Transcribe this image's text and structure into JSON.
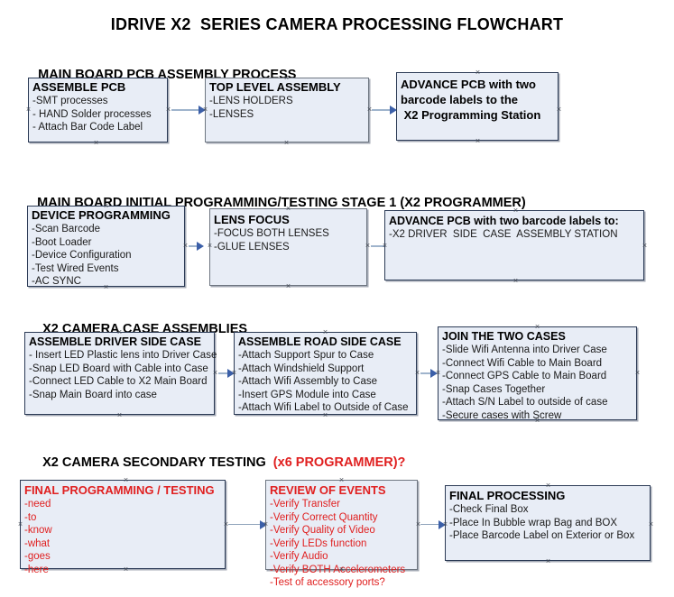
{
  "document": {
    "title": "IDRIVE X2  SERIES CAMERA PROCESSING FLOWCHART"
  },
  "sections": [
    {
      "id": "main-board-pcb-assembly-process",
      "heading": "MAIN BOARD PCB ASSEMBLY PROCESS",
      "heading_accent": "",
      "boxes": [
        {
          "id": "assemble-pcb",
          "title": "ASSEMBLE PCB",
          "title_color": "#000000",
          "lines": [
            "-SMT processes",
            "- HAND Solder processes",
            "- Attach Bar Code Label"
          ]
        },
        {
          "id": "top-level-assembly",
          "title": "TOP LEVEL ASSEMBLY",
          "title_color": "#000000",
          "lines": [
            "-LENS HOLDERS",
            "-LENSES"
          ]
        },
        {
          "id": "advance-pcb-to-x2-programming-station",
          "title": "",
          "title_color": "#000000",
          "bold_lines": [
            "ADVANCE PCB with two",
            "barcode labels to the",
            " X2 Programming Station"
          ],
          "lines": []
        }
      ]
    },
    {
      "id": "main-board-initial-programming-testing-stage-1",
      "heading": "MAIN BOARD INITIAL PROGRAMMING/TESTING STAGE 1 (X2 PROGRAMMER)",
      "heading_accent": "",
      "boxes": [
        {
          "id": "device-programming",
          "title": "DEVICE PROGRAMMING",
          "title_color": "#000000",
          "lines": [
            "-Scan Barcode",
            "-Boot Loader",
            "-Device Configuration",
            "-Test Wired Events",
            "-AC SYNC"
          ]
        },
        {
          "id": "lens-focus",
          "title": "LENS FOCUS",
          "title_color": "#000000",
          "lines": [
            "-FOCUS BOTH LENSES",
            "-GLUE LENSES"
          ]
        },
        {
          "id": "advance-pcb-to-driver-side-case-assembly",
          "title": "ADVANCE PCB with two barcode labels to:",
          "title_color": "#000000",
          "lines": [
            "-X2 DRIVER  SIDE  CASE  ASSEMBLY STATION"
          ]
        }
      ]
    },
    {
      "id": "x2-camera-case-assemblies",
      "heading": "X2 CAMERA CASE ASSEMBLIES",
      "heading_accent": "",
      "boxes": [
        {
          "id": "assemble-driver-side-case",
          "title": "ASSEMBLE DRIVER SIDE CASE",
          "title_color": "#000000",
          "lines": [
            "- Insert LED Plastic lens into Driver Case",
            "-Snap LED Board with Cable into Case",
            "-Connect LED Cable to X2 Main Board",
            "-Snap Main Board into case"
          ]
        },
        {
          "id": "assemble-road-side-case",
          "title": "ASSEMBLE ROAD SIDE CASE",
          "title_color": "#000000",
          "lines": [
            "-Attach Support Spur to Case",
            "-Attach Windshield Support",
            "-Attach Wifi Assembly to Case",
            "-Insert GPS Module into Case",
            "-Attach Wifi Label to Outside of Case"
          ]
        },
        {
          "id": "join-the-two-cases",
          "title": "JOIN THE TWO CASES",
          "title_color": "#000000",
          "lines": [
            "-Slide Wifi Antenna into Driver Case",
            "-Connect Wifi Cable to Main Board",
            "-Connect GPS Cable to Main Board",
            "-Snap Cases Together",
            "-Attach S/N Label to outside of case",
            "-Secure cases with Screw"
          ]
        }
      ]
    },
    {
      "id": "x2-camera-secondary-testing",
      "heading": "X2 CAMERA SECONDARY TESTING  ",
      "heading_accent": "(x6 PROGRAMMER)?",
      "boxes": [
        {
          "id": "final-programming-testing",
          "title": "FINAL PROGRAMMING / TESTING",
          "title_color": "#e02020",
          "lines": [
            "-need",
            "-to",
            "-know",
            "-what",
            "-goes",
            "-here"
          ]
        },
        {
          "id": "review-of-events",
          "title": "REVIEW OF EVENTS",
          "title_color": "#e02020",
          "lines": [
            "-Verify Transfer",
            "-Verify Correct Quantity",
            "-Verify Quality of Video",
            "-Verify LEDs function",
            "-Verify Audio",
            "-Verify BOTH Accelerometers",
            "-Test of accessory ports?"
          ]
        },
        {
          "id": "final-processing",
          "title": "FINAL PROCESSING",
          "title_color": "#000000",
          "lines": [
            "-Check Final Box",
            "-Place In Bubble wrap Bag and BOX",
            "-Place Barcode Label on Exterior or Box"
          ]
        }
      ]
    }
  ],
  "colors": {
    "box_fill": "#e8edf6",
    "box_border": "#2b3a55",
    "connector": "#9fb4cc",
    "arrow": "#3b5fa8",
    "accent_red": "#e02020",
    "text": "#000000"
  }
}
